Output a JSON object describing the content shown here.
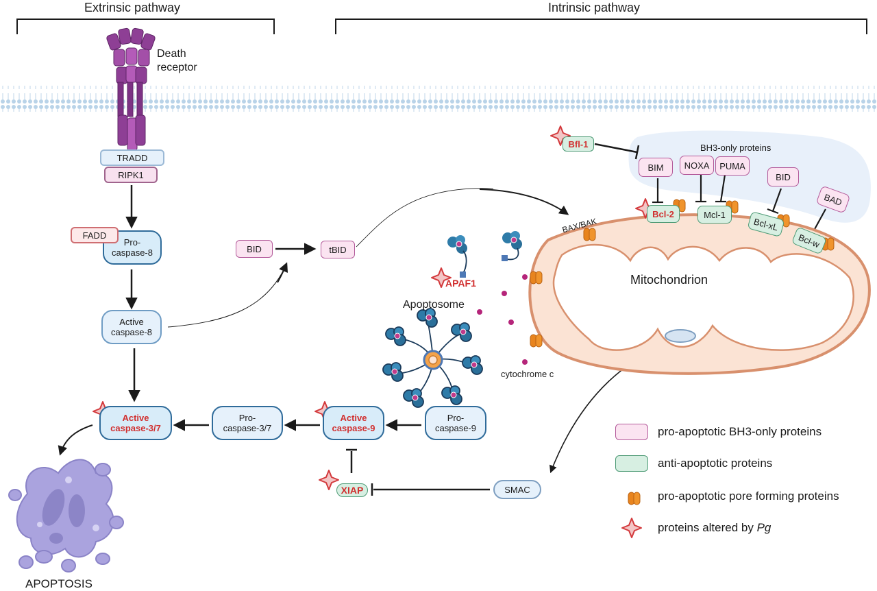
{
  "headers": {
    "extrinsic": "Extrinsic pathway",
    "intrinsic": "Intrinsic pathway"
  },
  "extrinsic": {
    "death_receptor": "Death\nreceptor",
    "tradd": "TRADD",
    "ripk1": "RIPK1",
    "fadd": "FADD",
    "procaspase8": "Pro-\ncaspase-8",
    "active_caspase8": "Active\ncaspase-8"
  },
  "bid_path": {
    "bid": "BID",
    "tbid": "tBID"
  },
  "apoptosome": {
    "apaf1": "APAF1",
    "label": "Apoptosome"
  },
  "caspases": {
    "active_caspase37": "Active\ncaspase-3/7",
    "procaspase37": "Pro-\ncaspase-3/7",
    "active_caspase9": "Active\ncaspase-9",
    "procaspase9": "Pro-\ncaspase-9"
  },
  "iap": {
    "xiap": "XIAP",
    "smac": "SMAC"
  },
  "outcome": {
    "apoptosis": "APOPTOSIS"
  },
  "mitochondrion": {
    "label": "Mitochondrion",
    "cytochrome": "cytochrome c",
    "bax_bak": "BAX/BAK",
    "bfl1": "Bfl-1",
    "bh3_title": "BH3-only proteins",
    "bim": "BIM",
    "noxa": "NOXA",
    "puma": "PUMA",
    "bid": "BID",
    "bad": "BAD",
    "bcl2": "Bcl-2",
    "mcl1": "Mcl-1",
    "bclxl": "Bcl-xL",
    "bclw": "Bcl-w"
  },
  "legend": {
    "pro_bh3": "pro-apoptotic BH3-only proteins",
    "anti": "anti-apoptotic proteins",
    "pore": "pro-apoptotic pore forming proteins",
    "altered_prefix": "proteins altered by ",
    "altered_em": "Pg"
  },
  "colors": {
    "membrane": "#bcd6e9",
    "mito_fill": "#fbe3d4",
    "mito_stroke": "#d8906d",
    "bh3_cloud": "#e8f0fa",
    "pore": "#e8841e",
    "star": "#d3393c",
    "receptor": "#8d3f95",
    "apoptotic_cell": "#a9a3df"
  }
}
